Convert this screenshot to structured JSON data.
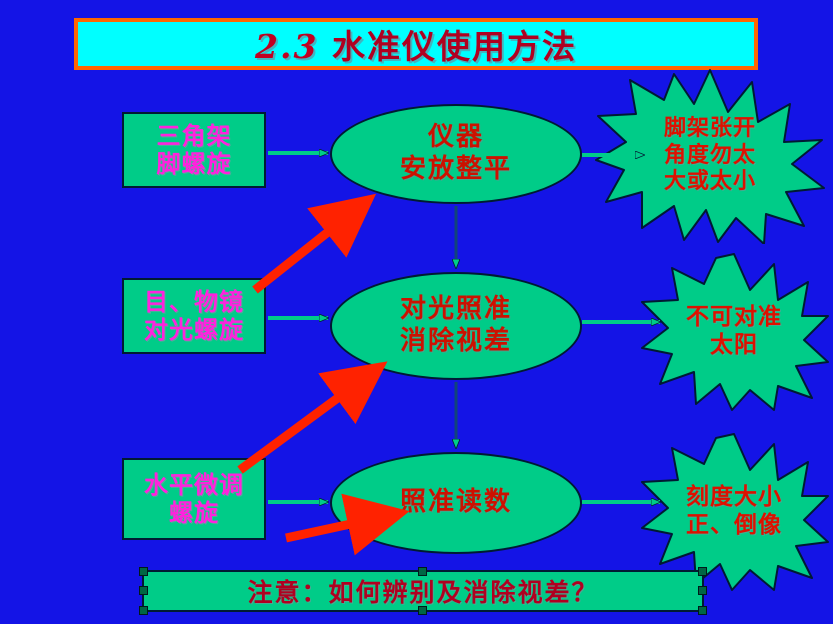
{
  "slide": {
    "background_color": "#1414e6",
    "title": {
      "number": "2.3",
      "text": "水准仪使用方法",
      "full": "2.3 水准仪使用方法",
      "text_color": "#b00020",
      "fill_color": "#00ffff",
      "border_color": "#ff6600"
    },
    "shape_fill_color": "#00cc88",
    "box_text_color": "#ff22dd",
    "ellipse_text_color": "#cc1100",
    "star_text_color": "#dd1100",
    "red_arrow_color": "#ff2200",
    "connector_color": "#00cc88"
  },
  "left_boxes": [
    {
      "line1": "三角架",
      "line2": "脚螺旋"
    },
    {
      "line1": "目、物镜",
      "line2": "对光螺旋"
    },
    {
      "line1": "水平微调",
      "line2": "螺旋"
    }
  ],
  "ellipses": [
    {
      "line1": "仪器",
      "line2": "安放整平"
    },
    {
      "line1": "对光照准",
      "line2": "消除视差"
    },
    {
      "line1": "照准读数",
      "line2": ""
    }
  ],
  "stars": [
    {
      "line1": "脚架张开",
      "line2": "角度勿太",
      "line3": "大或太小"
    },
    {
      "line1": "不可对准",
      "line2": "太阳",
      "line3": ""
    },
    {
      "line1": "刻度大小",
      "line2": "正、倒像",
      "line3": ""
    }
  ],
  "note_bar": {
    "text": "注意：如何辨别及消除视差？",
    "selected": true
  }
}
